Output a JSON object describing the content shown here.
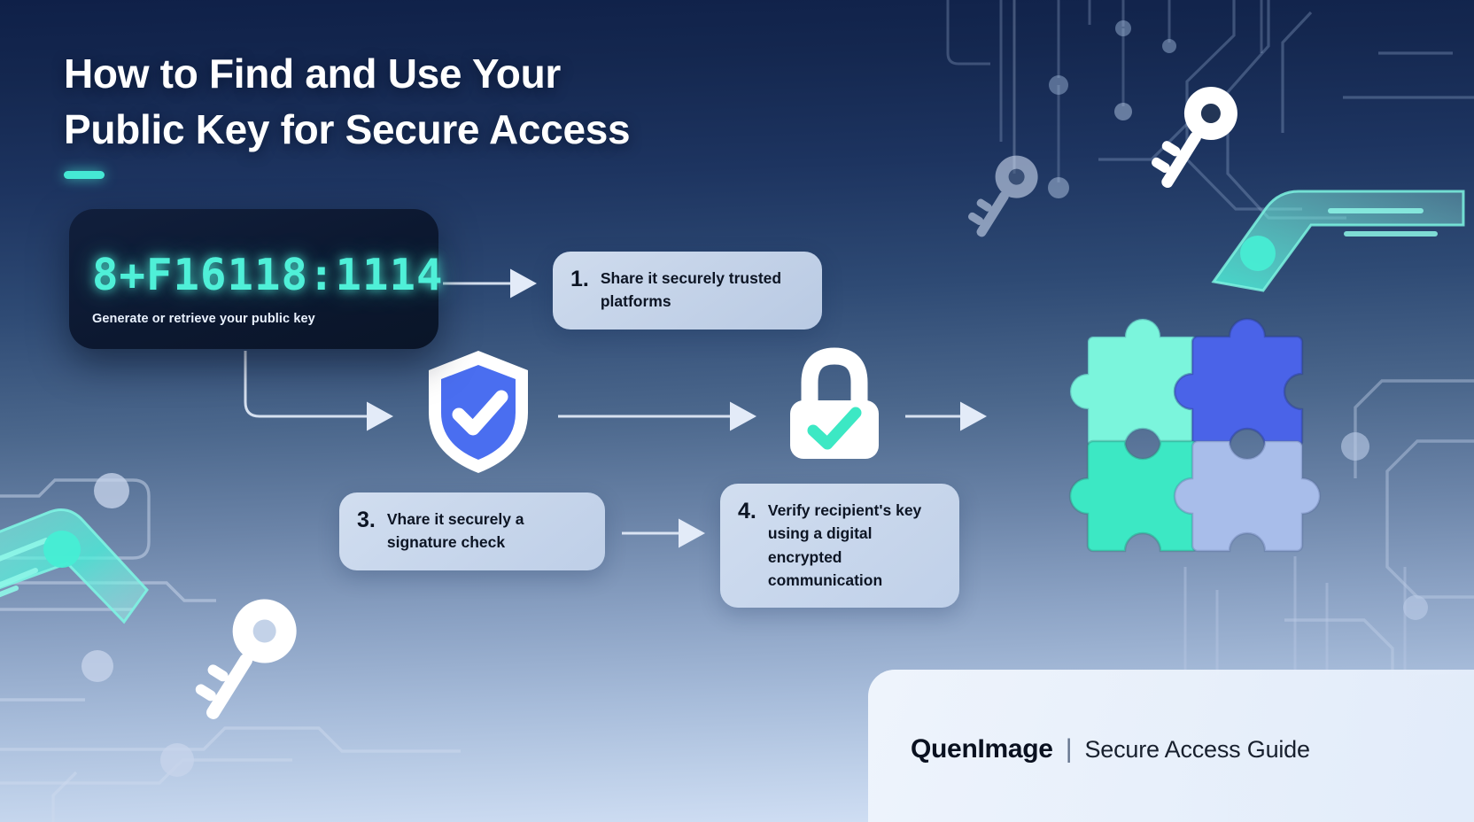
{
  "title": {
    "line1": "How to Find and Use Your",
    "line2": "Public Key for Secure Access"
  },
  "code_card": {
    "code": "8+F16118:1114",
    "caption": "Generate or retrieve your public key"
  },
  "steps": [
    {
      "number": "1.",
      "text": "Share it securely trusted platforms"
    },
    {
      "number": "3.",
      "text": "Vhare it securely a signature check"
    },
    {
      "number": "4.",
      "text": "Verify recipient's key using a digital encrypted communication"
    }
  ],
  "icons": {
    "shield": "shield-check-icon",
    "lock": "lock-check-icon",
    "puzzle": "puzzle-pieces-icon",
    "key_large": "key-icon",
    "key_small": "key-icon"
  },
  "footer": {
    "brand": "QuenImage",
    "separator": "|",
    "subtitle": "Secure Access Guide"
  },
  "colors": {
    "bg_top": "#0f2048",
    "bg_bottom": "#d8e5f7",
    "accent_teal": "#45e8d4",
    "code_green": "#4ff0d8",
    "shield_blue": "#4a6ef0",
    "puzzle_mint": "#7bf5dc",
    "puzzle_blue": "#4a63e8",
    "puzzle_teal": "#3ce8c4",
    "puzzle_periwinkle": "#a8bdea",
    "card_dark": "#0c1830",
    "step_bg": "#d6e2f3"
  }
}
